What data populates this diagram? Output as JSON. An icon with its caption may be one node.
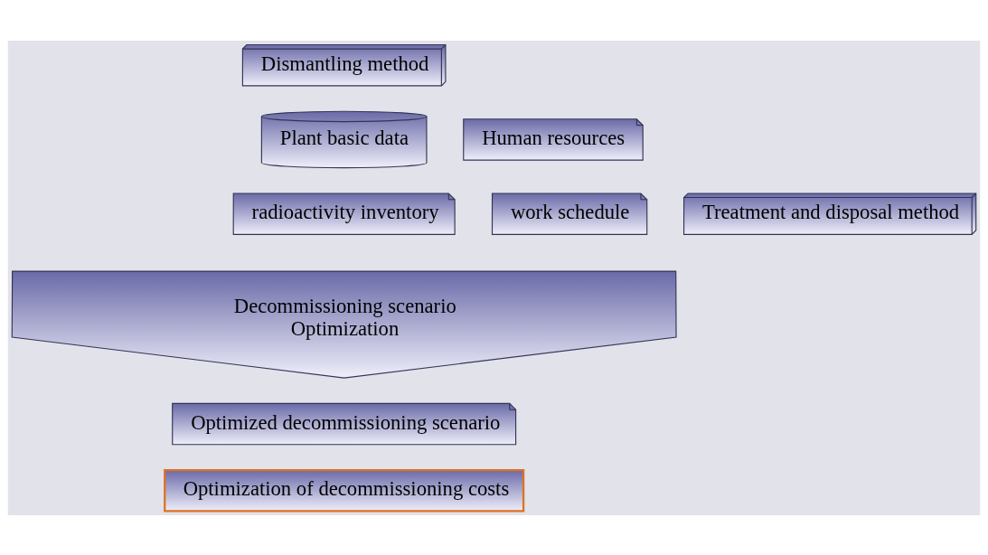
{
  "diagram": {
    "nodes": [
      {
        "text": [
          "Dismantling method"
        ]
      },
      {
        "text": [
          "Plant basic data"
        ]
      },
      {
        "text": [
          "Human resources"
        ]
      },
      {
        "text": [
          "radioactivity inventory"
        ]
      },
      {
        "text": [
          "work schedule"
        ]
      },
      {
        "text": [
          "Treatment and disposal method"
        ]
      },
      {
        "text": [
          "Decommissioning scenario",
          "Optimization"
        ]
      },
      {
        "text": [
          "Optimized decommissioning scenario"
        ]
      },
      {
        "text": [
          "Optimization of decommissioning costs"
        ]
      }
    ]
  }
}
